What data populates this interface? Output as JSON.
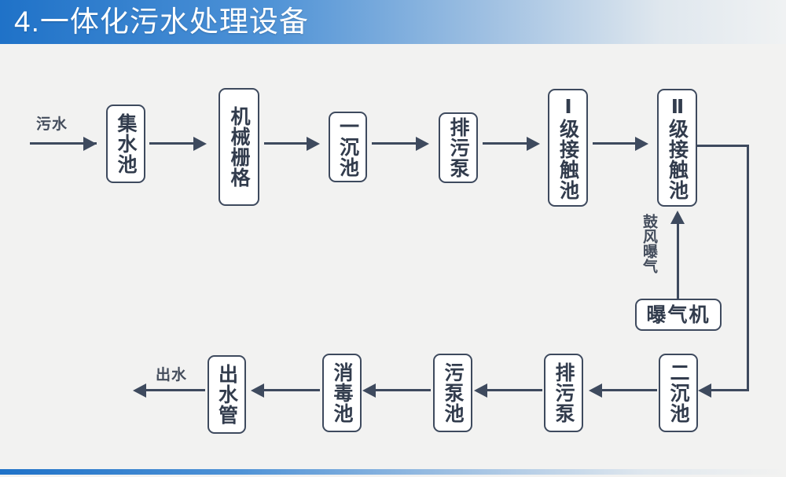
{
  "header": {
    "title": "4.一体化污水处理设备",
    "gradient_start": "#1f72c8",
    "gradient_end": "#f0f2f3"
  },
  "footer": {
    "gradient_start": "#1f72c8",
    "gradient_end": "#f2f2f1"
  },
  "theme": {
    "background": "#f2f2f1",
    "stroke": "#3e4a5e",
    "node_fill": "#ffffff",
    "text": "#323c4d"
  },
  "diagram": {
    "type": "process-flow",
    "inlet_label": "污水",
    "outlet_label": "出水",
    "aeration_label": "鼓风曝气",
    "nodes": [
      {
        "id": "collection-tank",
        "label": "集水池"
      },
      {
        "id": "mechanical-grid",
        "label": "机械栅格"
      },
      {
        "id": "primary-sediment-tank",
        "label": "一沉池"
      },
      {
        "id": "sewage-pump-1",
        "label": "排污泵"
      },
      {
        "id": "contact-tank-1",
        "label": "Ⅰ级接触池"
      },
      {
        "id": "contact-tank-2",
        "label": "Ⅱ级接触池"
      },
      {
        "id": "aerator",
        "label": "曝气机"
      },
      {
        "id": "secondary-sediment-tank",
        "label": "二沉池"
      },
      {
        "id": "sewage-pump-2",
        "label": "排污泵"
      },
      {
        "id": "pump-sump",
        "label": "污泵池"
      },
      {
        "id": "disinfection-tank",
        "label": "消毒池"
      },
      {
        "id": "outlet-pipe",
        "label": "出水管"
      }
    ]
  }
}
